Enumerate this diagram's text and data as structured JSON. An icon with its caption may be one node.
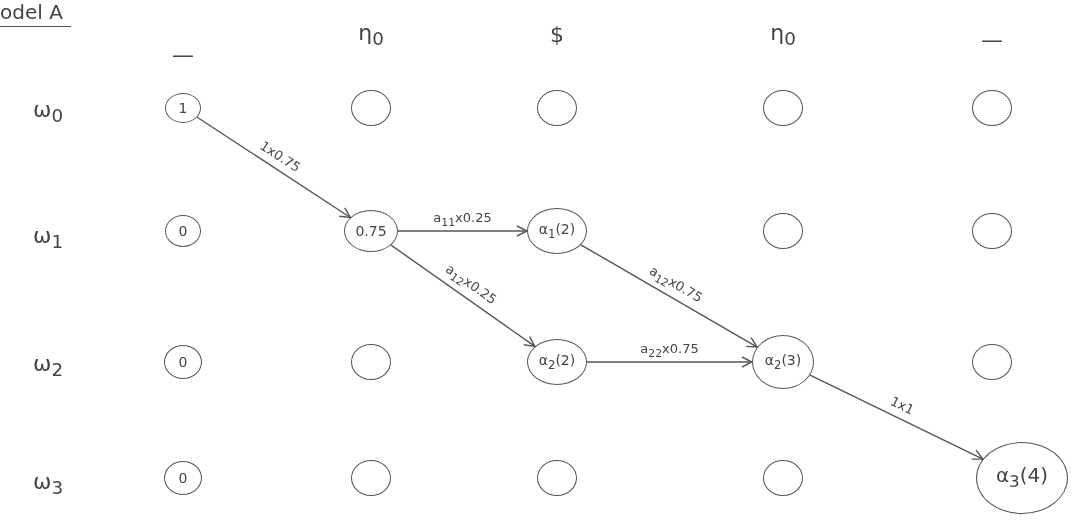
{
  "diagram": {
    "title": "odel A",
    "nodes": [
      {
        "text": [
          "1"
        ]
      },
      {
        "text": [],
        "shape": "circle"
      },
      {
        "text": [],
        "shape": "circle"
      },
      {
        "text": [],
        "shape": "circle"
      },
      {
        "text": [],
        "shape": "circle"
      },
      {
        "text": [
          "0"
        ]
      },
      {
        "text": [
          "0.75"
        ]
      },
      {
        "text": [
          "α$_{1}$(2)"
        ]
      },
      {
        "text": [],
        "shape": "circle"
      },
      {
        "text": [],
        "shape": "circle"
      },
      {
        "text": [
          "0"
        ]
      },
      {
        "text": [],
        "shape": "circle"
      },
      {
        "text": [
          "α$_{2}$(2)"
        ]
      },
      {
        "text": [
          "α$_{2}$(3)"
        ]
      },
      {
        "text": [],
        "shape": "circle"
      },
      {
        "text": [
          "0"
        ]
      },
      {
        "text": [],
        "shape": "circle"
      },
      {
        "text": [],
        "shape": "circle"
      },
      {
        "text": [],
        "shape": "circle"
      },
      {
        "text": [
          "α$_{3}$(4)"
        ]
      }
    ],
    "edges": [
      {
        "from": 0,
        "to": 6,
        "arrow": "to",
        "label": "1x0.75"
      },
      {
        "from": 6,
        "to": 7,
        "arrow": "to",
        "label": "a$_{11}$x0.25"
      },
      {
        "from": 6,
        "to": 12,
        "arrow": "to",
        "label": "a$_{12}$x0.25"
      },
      {
        "from": 7,
        "to": 13,
        "arrow": "to",
        "label": "a$_{12}$x0.75"
      },
      {
        "from": 12,
        "to": 13,
        "arrow": "to",
        "label": "a$_{22}$x0.75"
      },
      {
        "from": 13,
        "to": 19,
        "arrow": "to",
        "label": "1x1"
      }
    ],
    "labels": [
      "η$_{0}$",
      "$",
      "η$_{0}$",
      "—",
      "—",
      "ω$_{0}$",
      "ω$_{1}$",
      "ω$_{2}$",
      "ω$_{3}$"
    ]
  }
}
